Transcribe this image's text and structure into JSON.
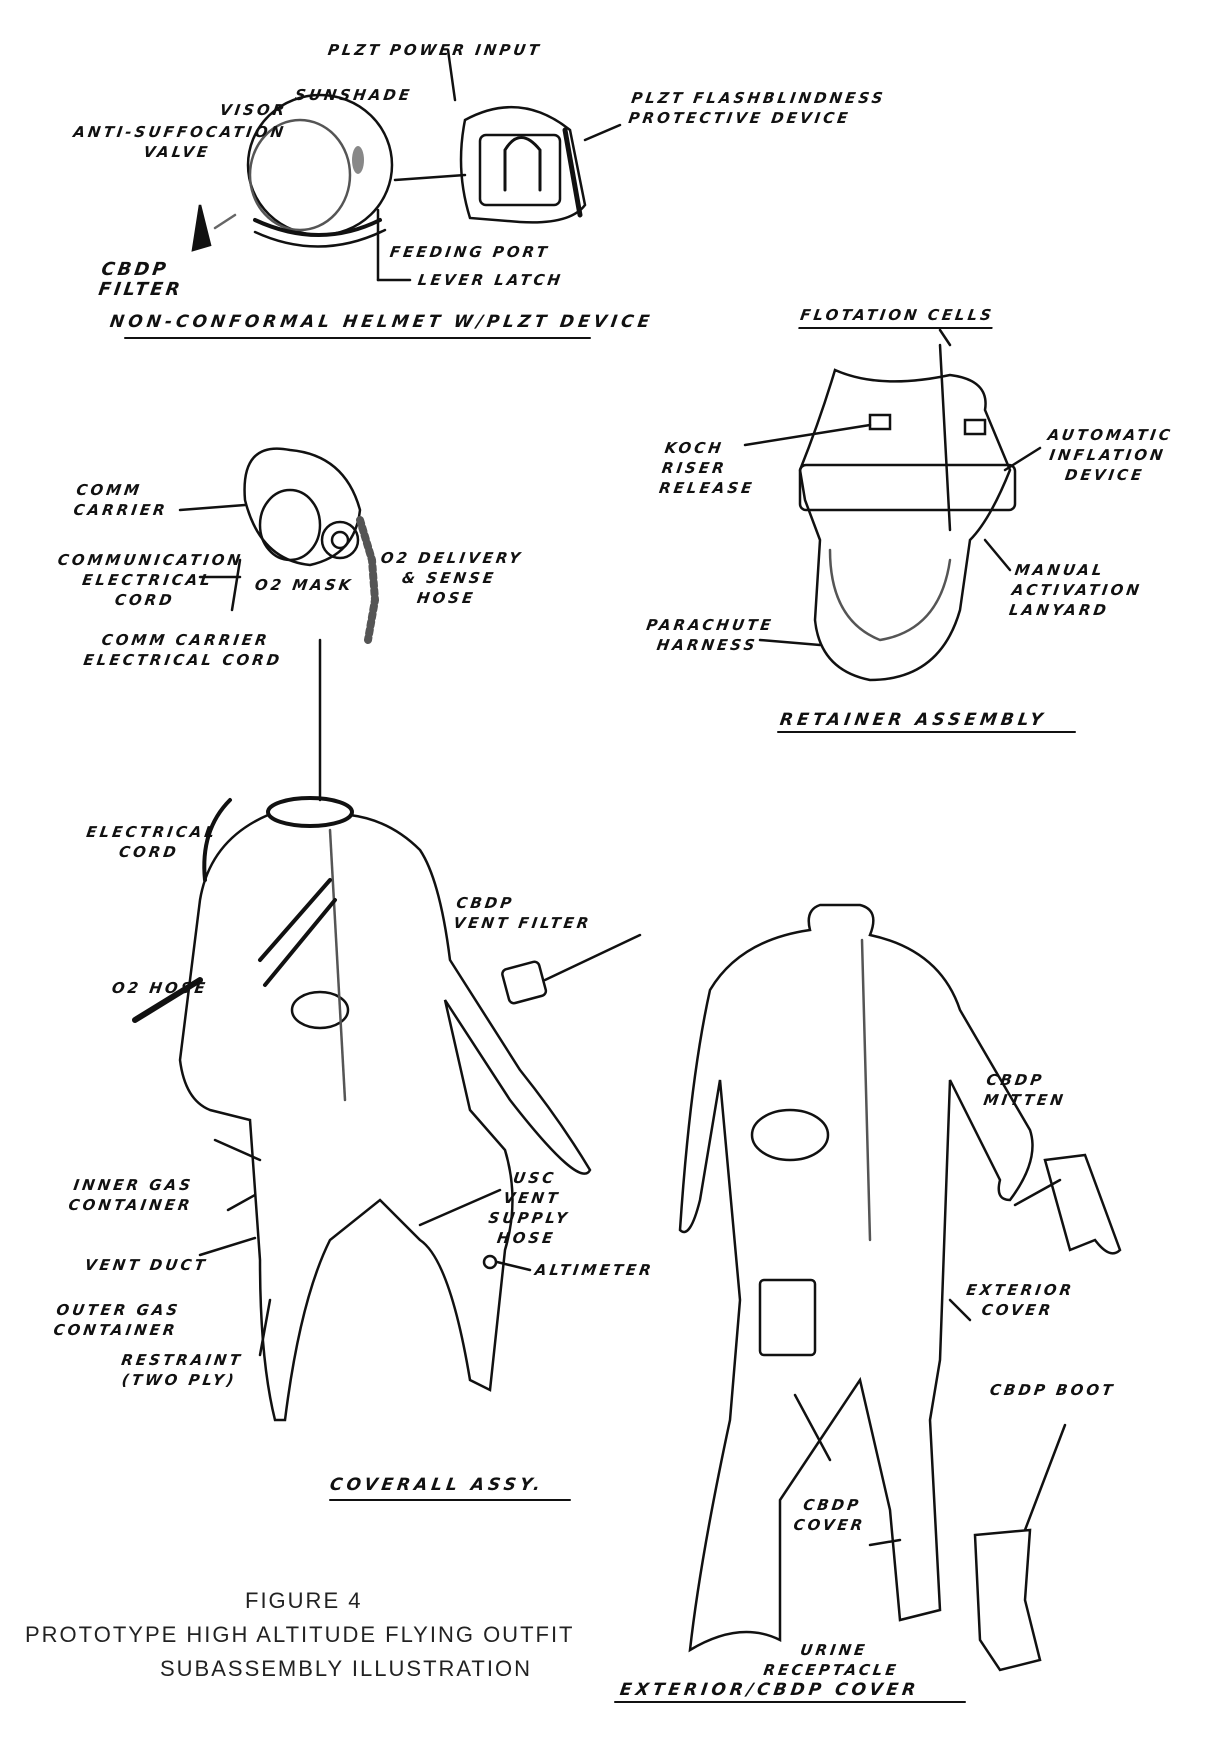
{
  "helmet": {
    "plzt_power_input": "PLZT POWER INPUT",
    "sunshade": "SUNSHADE",
    "visor": "VISOR",
    "anti_suffocation_valve": "ANTI-SUFFOCATION\nVALVE",
    "plzt_device": "PLZT FLASHBLINDNESS\nPROTECTIVE DEVICE",
    "feeding_port": "FEEDING PORT",
    "lever_latch": "LEVER LATCH",
    "cbdp_filter": "CBDP\nFILTER",
    "title": "NON-CONFORMAL HELMET W/PLZT DEVICE"
  },
  "retainer": {
    "flotation_cells": "FLOTATION CELLS",
    "koch_riser_release": "KOCH\nRISER\nRELEASE",
    "automatic_inflation_device": "AUTOMATIC\nINFLATION\nDEVICE",
    "manual_activation_lanyard": "MANUAL\nACTIVATION\nLANYARD",
    "parachute_harness": "PARACHUTE\nHARNESS",
    "title": "RETAINER ASSEMBLY"
  },
  "comm": {
    "comm_carrier": "COMM\nCARRIER",
    "communication_cord": "COMMUNICATION\nELECTRICAL\nCORD",
    "o2_mask": "O2 MASK",
    "o2_delivery_hose": "O2 DELIVERY\n& SENSE\nHOSE",
    "title": "COMM CARRIER\nELECTRICAL CORD"
  },
  "coverall": {
    "electrical_cord": "ELECTRICAL\nCORD",
    "cbdp_vent_filter": "CBDP\nVENT FILTER",
    "o2_hose": "O2 HOSE",
    "inner_gas_container": "INNER GAS\nCONTAINER",
    "vent_duct": "VENT DUCT",
    "outer_gas_container": "OUTER GAS\nCONTAINER",
    "restraint": "RESTRAINT\n(TWO PLY)",
    "usc_vent_supply_hose": "USC\nVENT\nSUPPLY\nHOSE",
    "altimeter": "ALTIMETER",
    "title": "COVERALL ASSY."
  },
  "exterior": {
    "cbdp_mitten": "CBDP\nMITTEN",
    "exterior_cover": "EXTERIOR\nCOVER",
    "cbdp_boot": "CBDP BOOT",
    "cbdp_cover": "CBDP\nCOVER",
    "urine_receptacle": "URINE\nRECEPTACLE",
    "title": "EXTERIOR/CBDP COVER"
  },
  "caption": {
    "figure": "FIGURE 4",
    "line1": "PROTOTYPE HIGH ALTITUDE FLYING OUTFIT",
    "line2": "SUBASSEMBLY ILLUSTRATION"
  }
}
